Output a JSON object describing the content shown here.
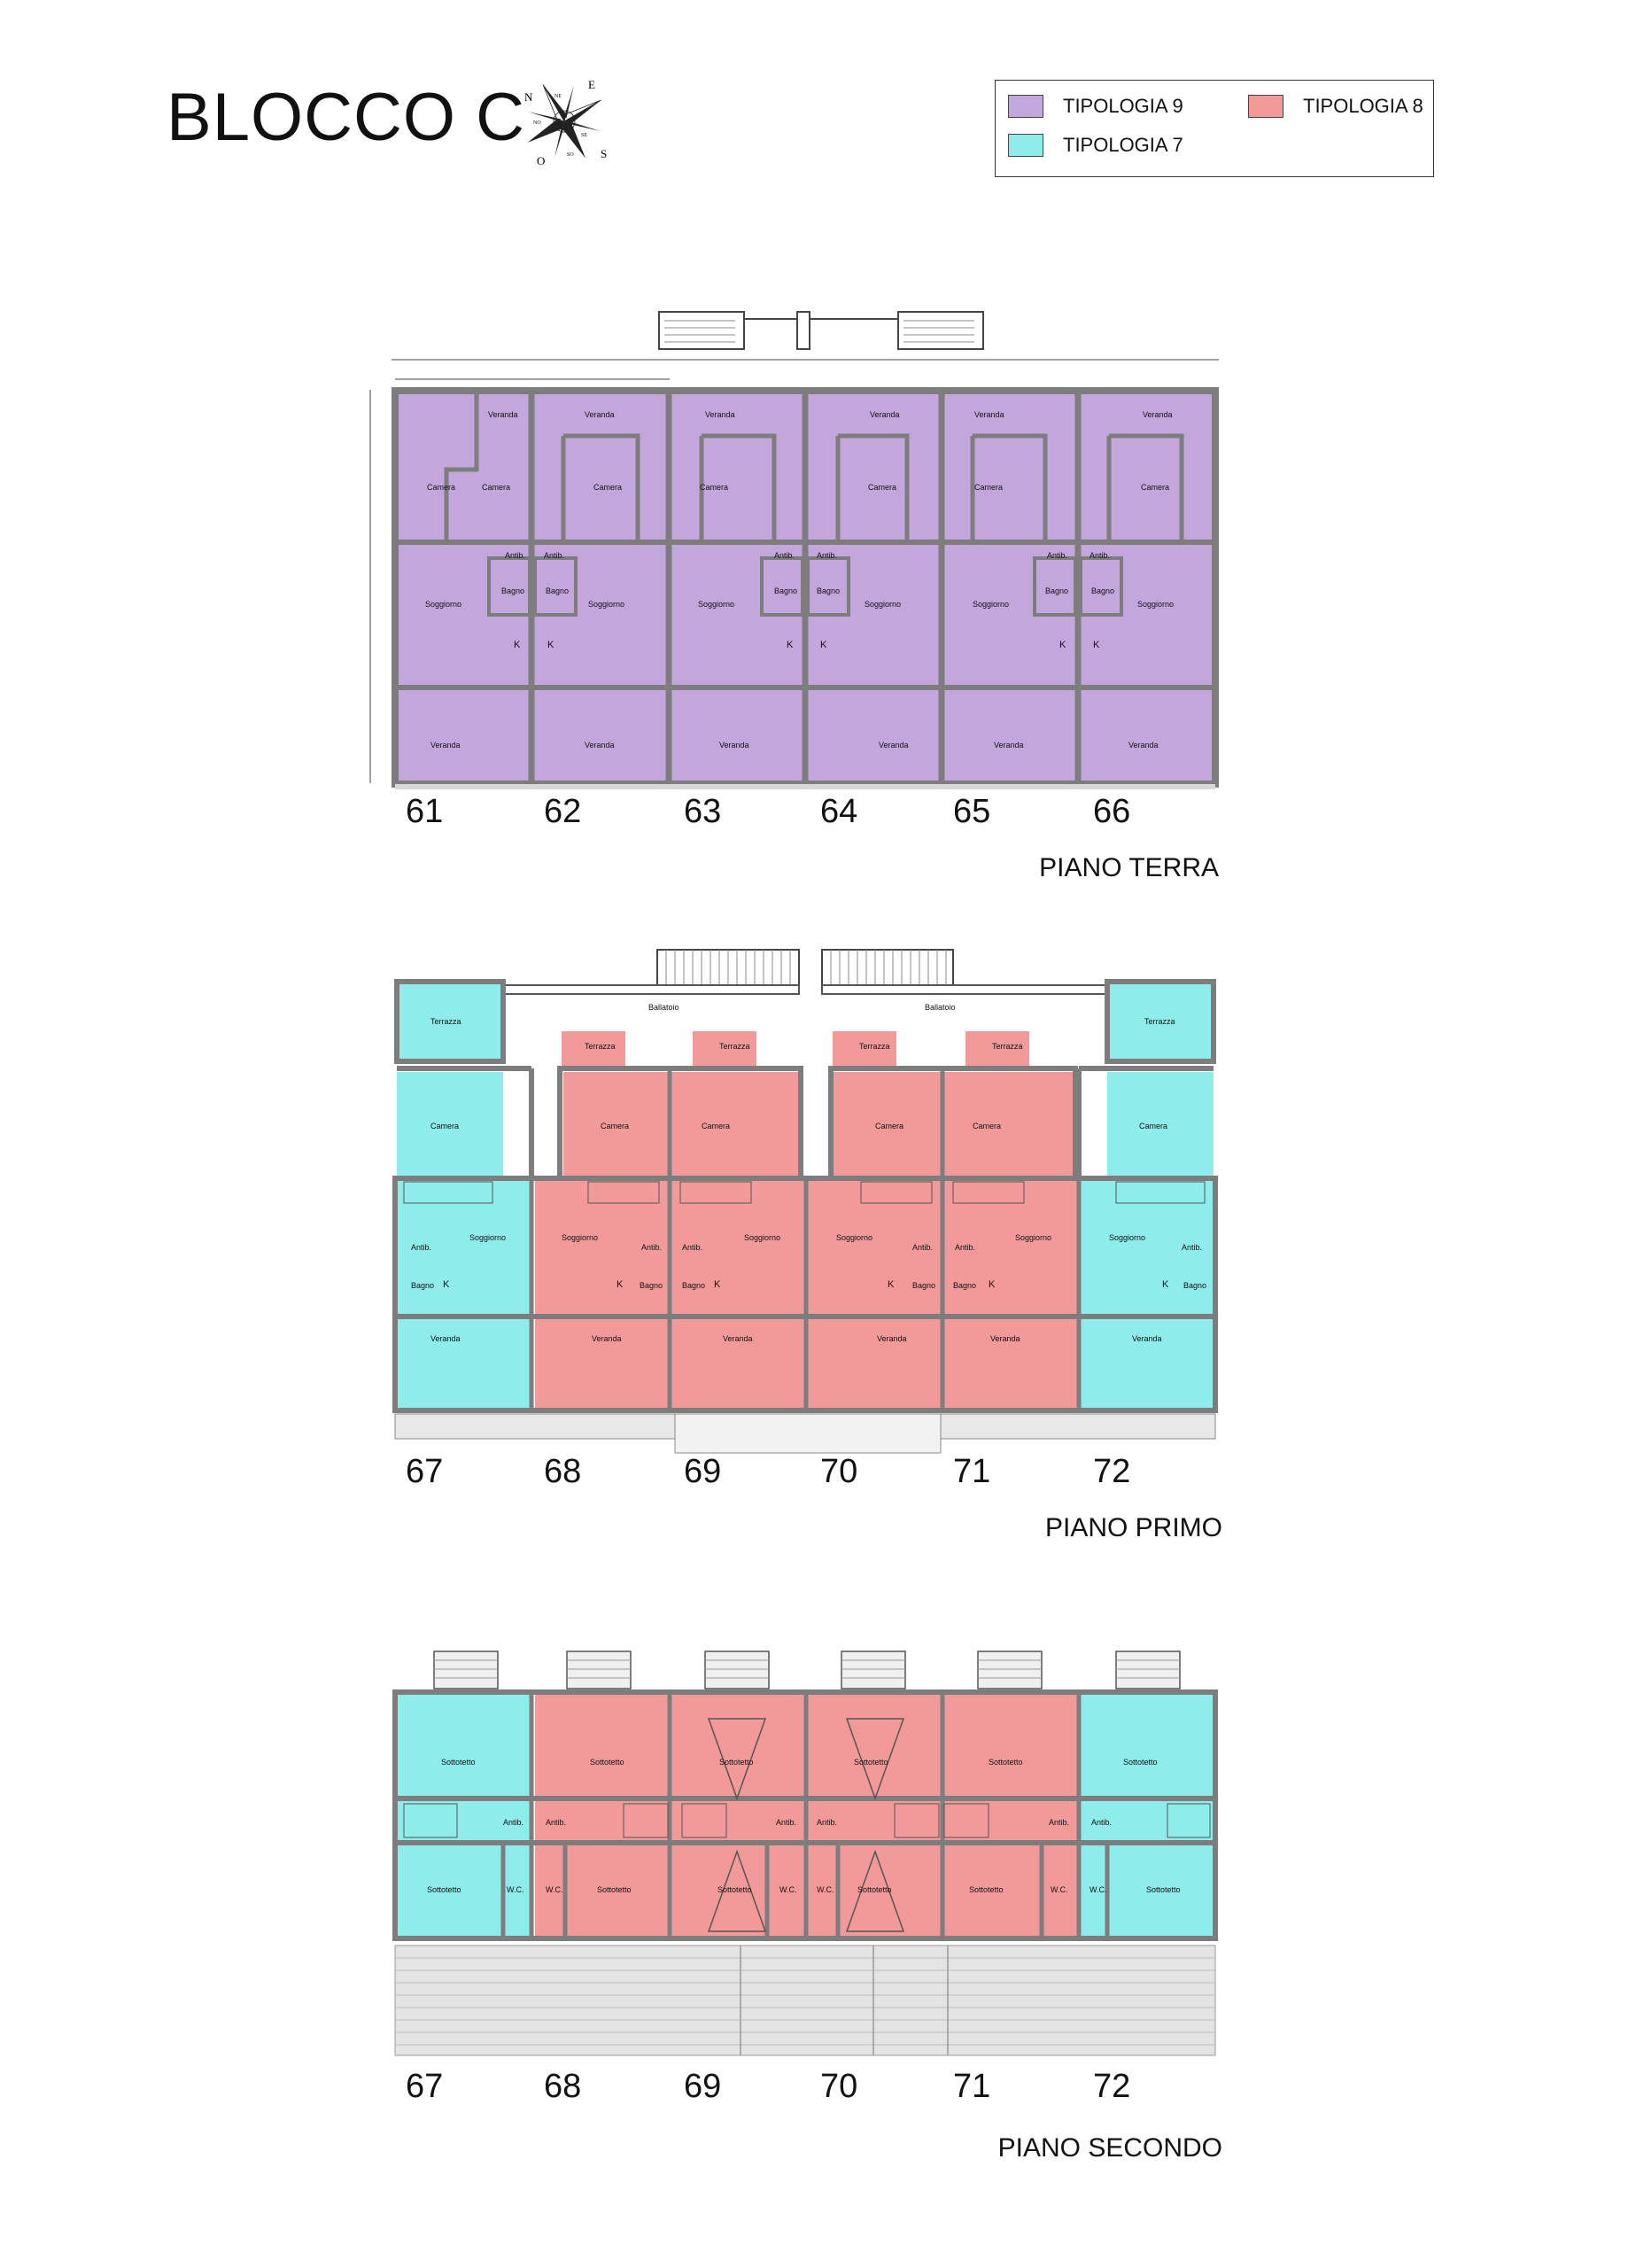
{
  "header": {
    "title": "BLOCCO C",
    "compass_letters": {
      "n": "N",
      "e": "E",
      "s": "S",
      "o": "O",
      "ne": "NE",
      "se": "SE",
      "so": "SO",
      "no": "NO"
    }
  },
  "legend": {
    "items": [
      {
        "label": "TIPOLOGIA 9",
        "color": "#c3a6dc"
      },
      {
        "label": "TIPOLOGIA 8",
        "color": "#f29a9a"
      },
      {
        "label": "TIPOLOGIA 7",
        "color": "#8eecea"
      }
    ]
  },
  "floors": {
    "terra": {
      "label": "PIANO TERRA",
      "units": [
        "61",
        "62",
        "63",
        "64",
        "65",
        "66"
      ],
      "rooms": {
        "veranda": "Veranda",
        "camera": "Camera",
        "soggiorno": "Soggiorno",
        "bagno": "Bagno",
        "antib": "Antib.",
        "k": "K"
      }
    },
    "primo": {
      "label": "PIANO PRIMO",
      "units": [
        "67",
        "68",
        "69",
        "70",
        "71",
        "72"
      ],
      "rooms": {
        "terrazza": "Terrazza",
        "ballatoio": "Ballatoio",
        "camera": "Camera",
        "soggiorno": "Soggiorno",
        "bagno": "Bagno",
        "antib": "Antib.",
        "k": "K",
        "veranda": "Veranda"
      }
    },
    "secondo": {
      "label": "PIANO SECONDO",
      "units": [
        "67",
        "68",
        "69",
        "70",
        "71",
        "72"
      ],
      "rooms": {
        "sottotetto": "Sottotetto",
        "antib": "Antib.",
        "wc": "W.C."
      }
    }
  },
  "colors": {
    "tipologia9": "#c3a6dc",
    "tipologia8": "#f29a9a",
    "tipologia7": "#8eecea",
    "wall": "#8c8c8c"
  }
}
